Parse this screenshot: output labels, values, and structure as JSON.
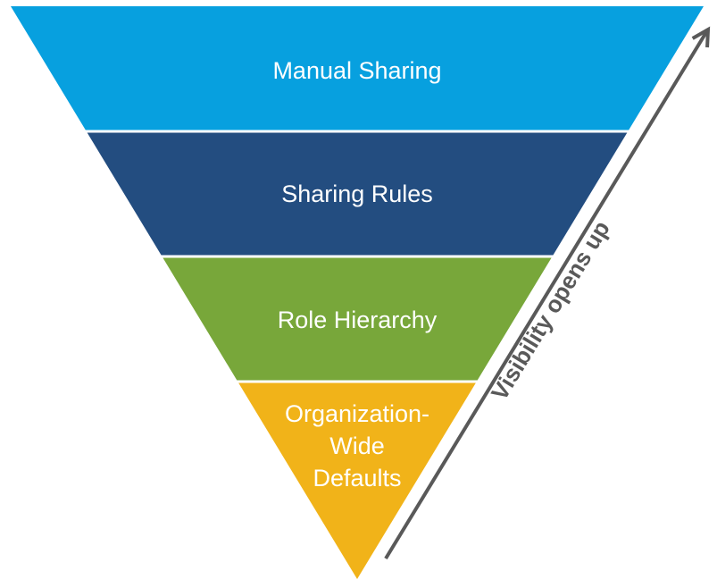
{
  "diagram": {
    "type": "inverted-funnel",
    "layers": [
      {
        "label_lines": [
          "Manual Sharing"
        ],
        "color": "#07A0DF"
      },
      {
        "label_lines": [
          "Sharing Rules"
        ],
        "color": "#234D80"
      },
      {
        "label_lines": [
          "Role Hierarchy"
        ],
        "color": "#78A73A"
      },
      {
        "label_lines": [
          "Organization-",
          "Wide",
          "Defaults"
        ],
        "color": "#F1B319"
      }
    ],
    "separator_color": "#FFFFFF",
    "arrow": {
      "label": "Visibility opens up",
      "direction": "up",
      "color": "#595959"
    }
  }
}
